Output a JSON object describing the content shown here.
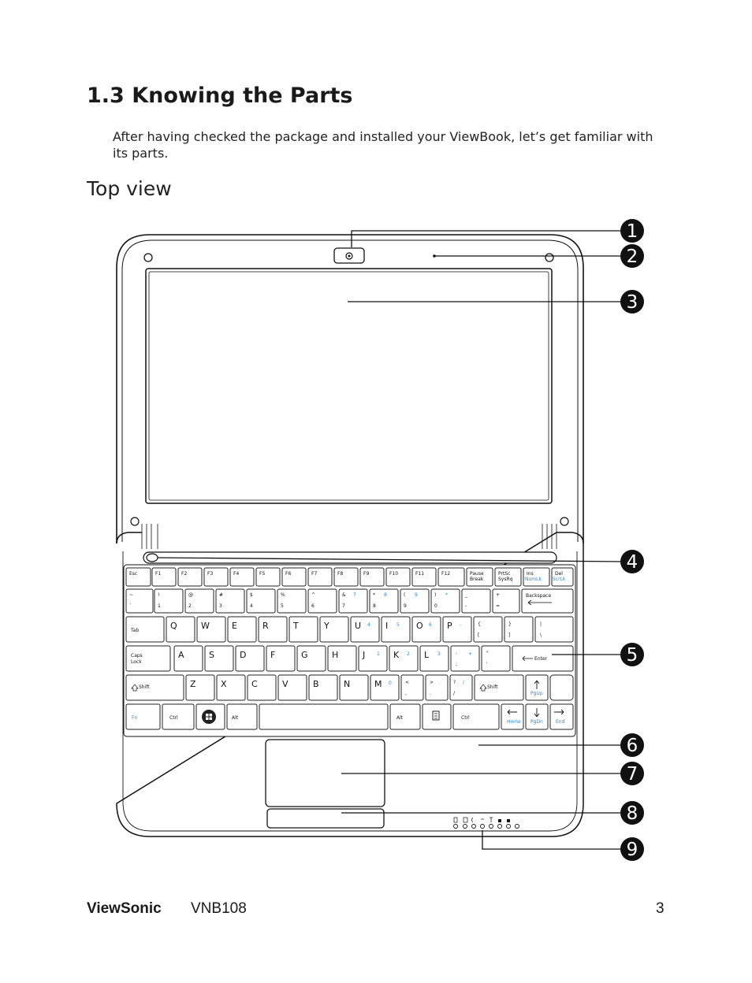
{
  "section": {
    "title": "1.3 Knowing the Parts",
    "intro": "After having checked the package and installed your ViewBook, let’s get familiar with its parts.",
    "subtitle": "Top view"
  },
  "figure": {
    "callouts": [
      "1",
      "2",
      "3",
      "4",
      "5",
      "6",
      "7",
      "8",
      "9"
    ],
    "keyboard": {
      "function_row": [
        "Esc",
        "F1",
        "F2",
        "F3",
        "F4",
        "F5",
        "F6",
        "F7",
        "F8",
        "F9",
        "F10",
        "F11",
        "F12",
        "Pause Break",
        "PrtSc SysRq",
        "Ins NumLk",
        "Del ScrLk"
      ],
      "number_row": [
        "~ `",
        "! 1",
        "@ 2",
        "# 3",
        "$ 4",
        "% 5",
        "^ 6",
        "& 7",
        "* 8",
        "( 9",
        ") 0",
        "_ -",
        "+ =",
        "Backspace"
      ],
      "qwerty_row": [
        "Tab",
        "Q",
        "W",
        "E",
        "R",
        "T",
        "Y",
        "U",
        "I",
        "O",
        "P",
        "{ [",
        "} ]",
        "| \\"
      ],
      "home_row": [
        "Caps Lock",
        "A",
        "S",
        "D",
        "F",
        "G",
        "H",
        "J",
        "K",
        "L",
        ": ;",
        "\" '",
        "Enter"
      ],
      "shift_row": [
        "Shift",
        "Z",
        "X",
        "C",
        "V",
        "B",
        "N",
        "M",
        "< ,",
        "> .",
        "? /",
        "Shift",
        "PgUp"
      ],
      "bottom_row": [
        "Fn",
        "Ctrl",
        "Win",
        "Alt",
        "",
        "Alt",
        "Menu",
        "Ctrl",
        "Home",
        "PgDn",
        "End"
      ]
    }
  },
  "footer": {
    "brand": "ViewSonic",
    "model": "VNB108",
    "page": "3"
  }
}
